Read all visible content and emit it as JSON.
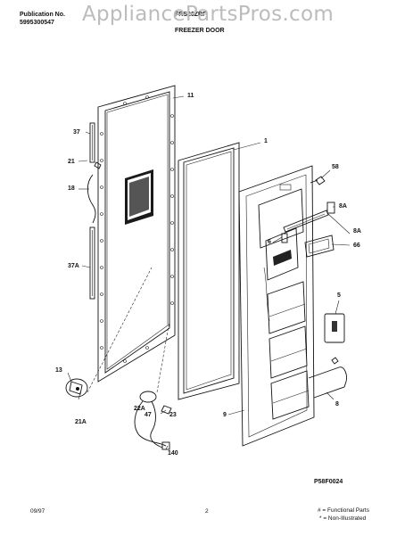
{
  "header": {
    "publication_label": "Publication No.",
    "publication_number": "5995300547",
    "model": "FRS26ZRF",
    "section_title": "FREEZER DOOR",
    "watermark": "AppliancePartsPros.com"
  },
  "callouts": [
    "11",
    "37",
    "21",
    "18",
    "37A",
    "1",
    "58",
    "8A",
    "8A",
    "6",
    "66",
    "5",
    "13",
    "21A",
    "9",
    "22A",
    "47",
    "23",
    "140",
    "8"
  ],
  "figure_code": "P58F0024",
  "footer": {
    "date": "09/97",
    "page": "2",
    "legend_functional": "# = Functional Parts",
    "legend_non_illustrated": "* = Non-Illustrated"
  }
}
